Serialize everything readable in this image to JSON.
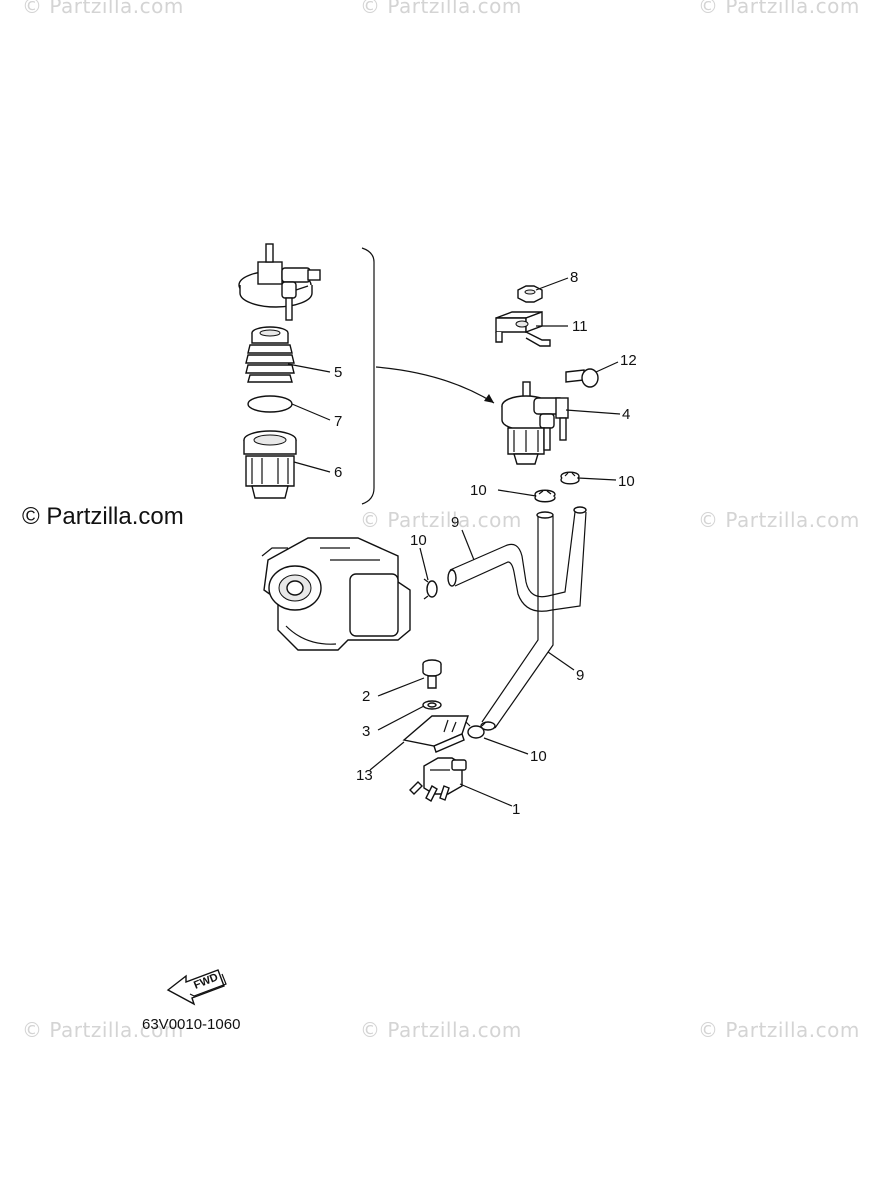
{
  "watermarks": [
    "© Partzilla.com",
    "© Partzilla.com",
    "© Partzilla.com",
    "© Partzilla.com",
    "© Partzilla.com",
    "© Partzilla.com",
    "© Partzilla.com",
    "© Partzilla.com"
  ],
  "brand_label": "© Partzilla.com",
  "diagram_code": "63V0010-1060",
  "fwd_label": "FWD",
  "callouts": {
    "c1": "1",
    "c2": "2",
    "c3": "3",
    "c4": "4",
    "c5": "5",
    "c6": "6",
    "c7": "7",
    "c8": "8",
    "c9a": "9",
    "c9b": "9",
    "c10a": "10",
    "c10b": "10",
    "c10c": "10",
    "c10d": "10",
    "c11": "11",
    "c12": "12",
    "c13": "13"
  }
}
